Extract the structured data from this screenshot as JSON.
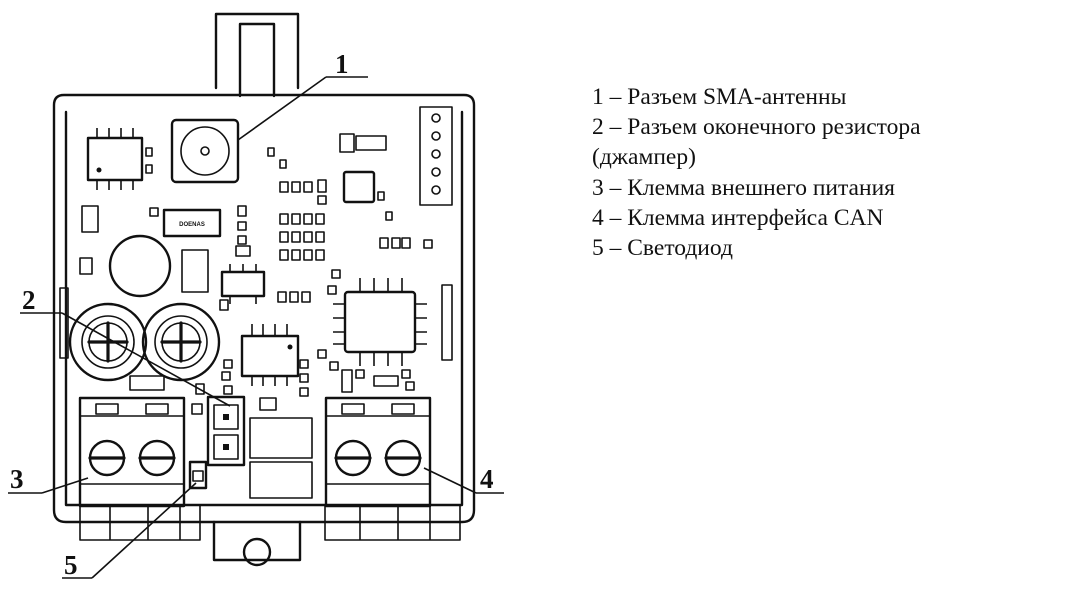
{
  "callouts": [
    "1",
    "2",
    "3",
    "4",
    "5"
  ],
  "board_chip_marking": "DOENAS",
  "legend": [
    "1 – Разъем SMA-антенны",
    "2 – Разъем оконечного резистора",
    "(джампер)",
    "3 – Клемма внешнего питания",
    "4 – Клемма интерфейса CAN",
    "5 – Светодиод"
  ]
}
